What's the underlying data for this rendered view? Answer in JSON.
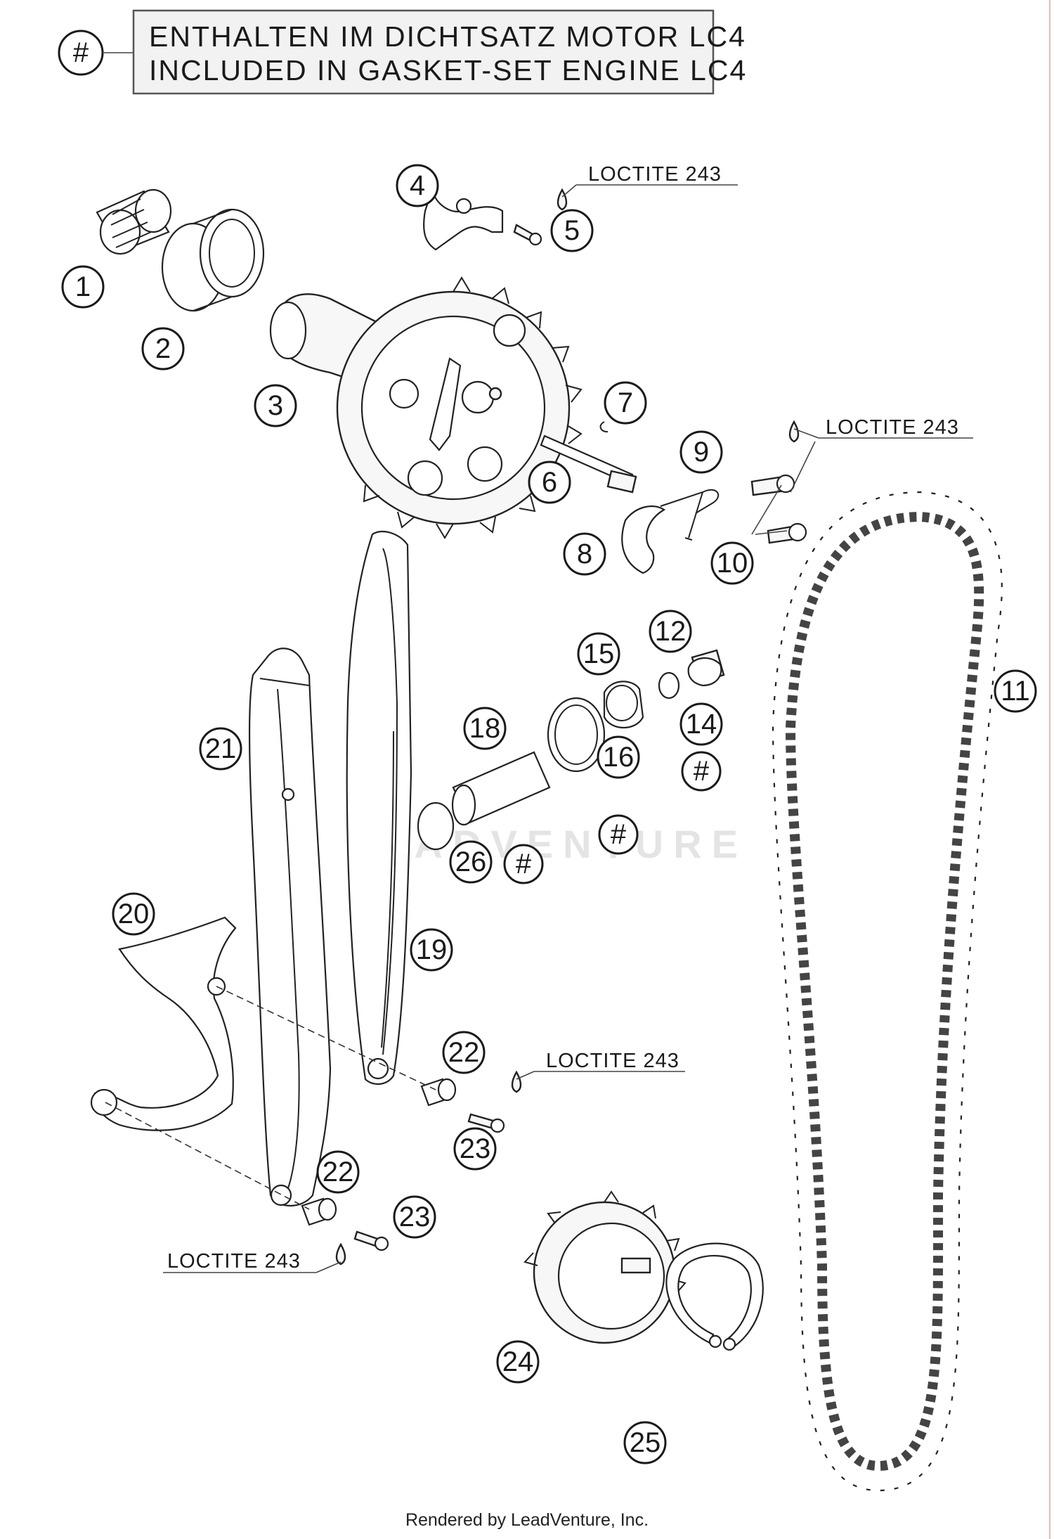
{
  "legend": {
    "symbol": "#",
    "line1": "ENTHALTEN IM DICHTSATZ MOTOR LC4",
    "line2": "INCLUDED IN GASKET-SET ENGINE LC4"
  },
  "notes": {
    "loctite_camshaft_bolt": "LOCTITE 243",
    "loctite_guide_bolts": "LOCTITE 243",
    "loctite_rail_bolt": "LOCTITE 243",
    "loctite_lower_bolt": "LOCTITE 243"
  },
  "parts": {
    "p1": "1",
    "p2": "2",
    "p3": "3",
    "p4": "4",
    "p5": "5",
    "p6": "6",
    "p7": "7",
    "p8": "8",
    "p9": "9",
    "p10": "10",
    "p11": "11",
    "p12": "12",
    "p14": "14",
    "p15": "15",
    "p16": "16",
    "p18": "18",
    "p19": "19",
    "p20": "20",
    "p21": "21",
    "p22a": "22",
    "p22b": "22",
    "p23a": "23",
    "p23b": "23",
    "p24": "24",
    "p25": "25",
    "p26": "26"
  },
  "gasket_marks": {
    "m14": "#",
    "m16": "#",
    "m26": "#"
  },
  "watermark": "LEADVENTURE",
  "footer": "Rendered by LeadVenture, Inc."
}
